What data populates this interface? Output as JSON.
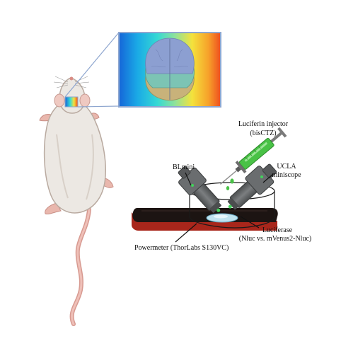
{
  "labels": {
    "injector_line1": "Luciferin injector",
    "injector_line2": "(bisCTZ)",
    "blmini": "BLmini",
    "ucla_line1": "UCLA",
    "ucla_line2": "miniscope",
    "luciferase_line1": "Luciferase",
    "luciferase_line2": "(Nluc vs. mVenus2-Nluc)",
    "powermeter": "Powermeter (ThorLabs S130VC)"
  },
  "colors": {
    "inset_border": "#8ea6cf",
    "brain_top": "#8c9fd1",
    "brain_mid": "#7cc4b4",
    "brain_bottom": "#c8b27a",
    "mouse_body": "#ece8e3",
    "mouse_outline": "#b9aaa0",
    "tail": "#e4a9a0",
    "device_gray": "#5f6263",
    "powermeter_dark": "#1c1412",
    "powermeter_red": "#a8261b",
    "syringe_green": "#49c246"
  },
  "icons": [
    "mouse-icon",
    "brain-icon",
    "syringe-icon",
    "microscope-icon",
    "powermeter-icon"
  ]
}
